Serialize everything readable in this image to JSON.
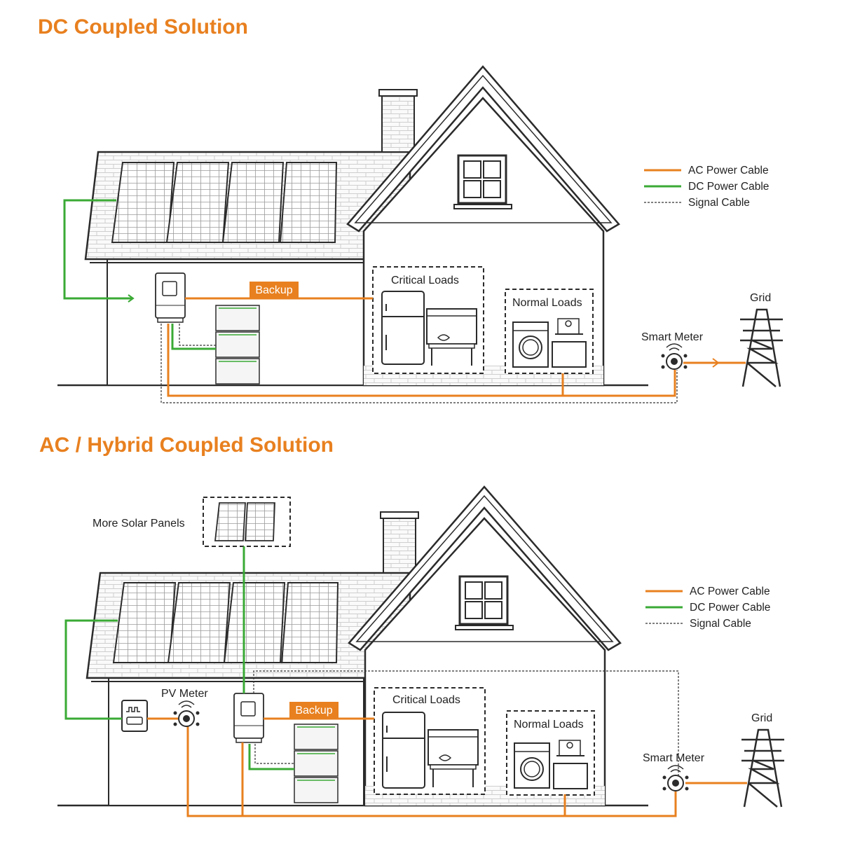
{
  "colors": {
    "ac_cable": "#e8801f",
    "dc_cable": "#3aaa35",
    "signal_cable": "#333333",
    "heading": "#e8801f",
    "line_art": "#2b2b2b",
    "brick": "#d9d9d9"
  },
  "dc_section": {
    "title": "DC Coupled Solution",
    "backup_tag": "Backup",
    "critical_loads": "Critical Loads",
    "normal_loads": "Normal Loads",
    "smart_meter": "Smart Meter",
    "grid": "Grid",
    "legend": {
      "ac": "AC Power Cable",
      "dc": "DC Power Cable",
      "signal": "Signal Cable"
    }
  },
  "ac_section": {
    "title": "AC / Hybrid Coupled Solution",
    "more_panels": "More Solar Panels",
    "pv_meter": "PV Meter",
    "backup_tag": "Backup",
    "critical_loads": "Critical Loads",
    "normal_loads": "Normal Loads",
    "smart_meter": "Smart Meter",
    "grid": "Grid",
    "legend": {
      "ac": "AC Power Cable",
      "dc": "DC Power Cable",
      "signal": "Signal Cable"
    }
  }
}
